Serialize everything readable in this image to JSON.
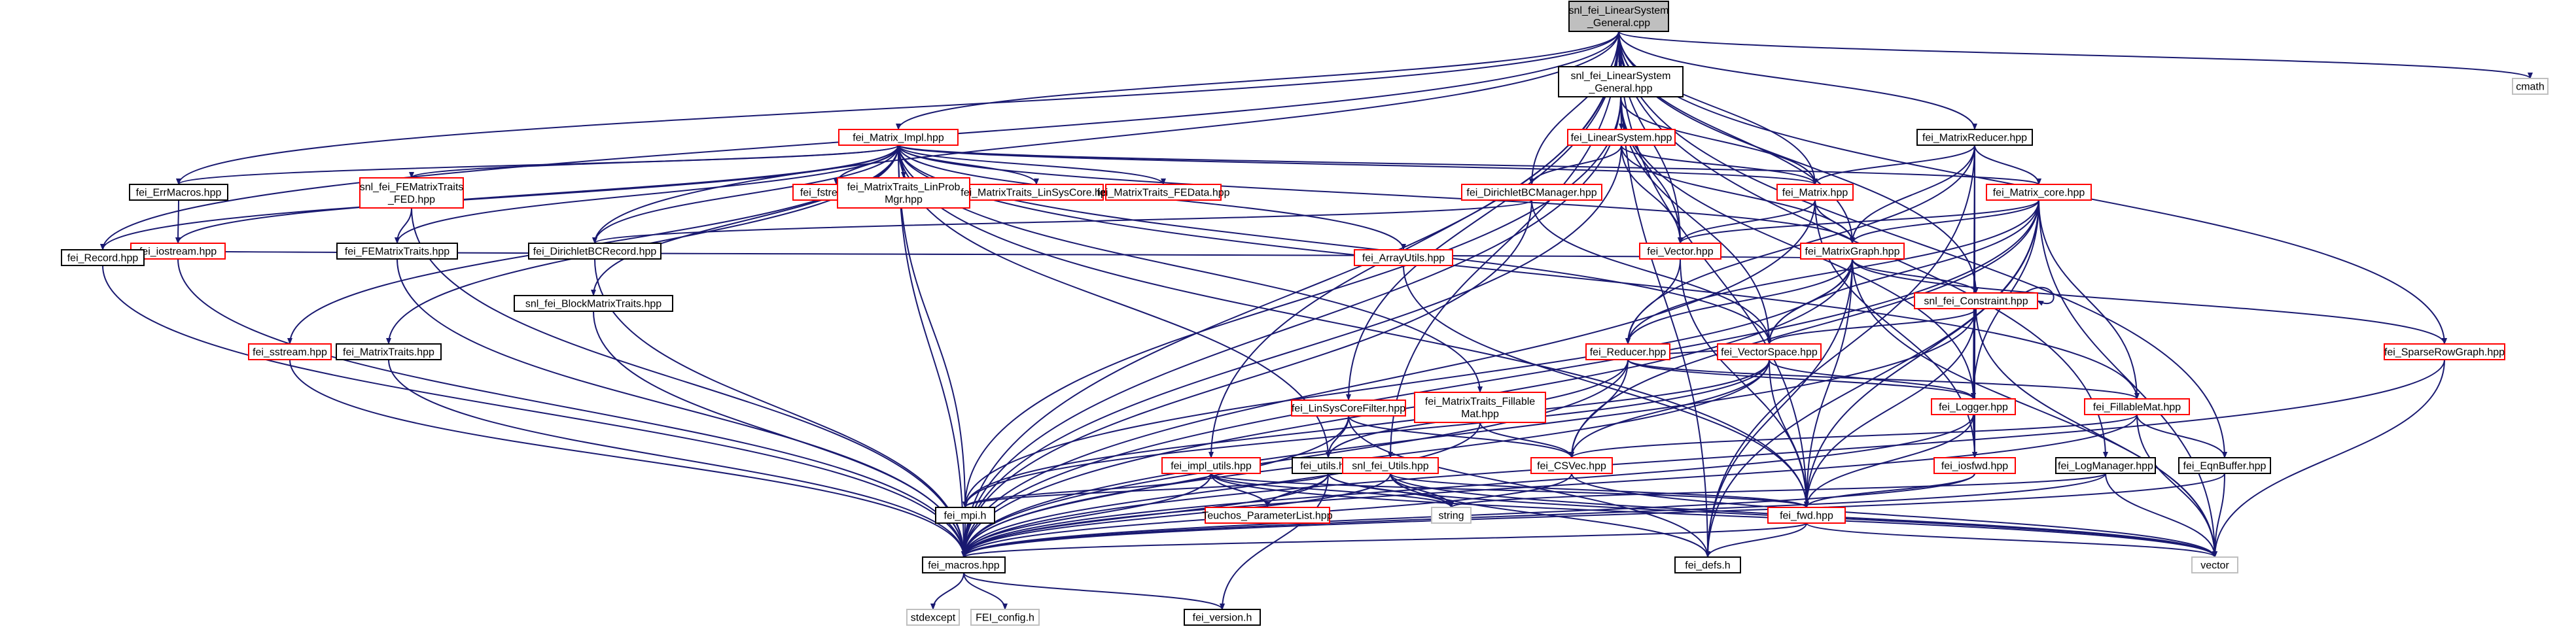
{
  "colors": {
    "edge": "#191970",
    "root_fill": "#bfbfbf",
    "root_stroke": "#000000",
    "link_stroke": "#ff0000",
    "plain_stroke": "#000000",
    "external_stroke": "#bfbfbf",
    "text": "#000000"
  },
  "nodes": [
    {
      "id": "root",
      "lines": [
        "snl_fei_LinearSystem",
        "_General.cpp"
      ],
      "style": "root"
    },
    {
      "id": "cmath",
      "lines": [
        "cmath"
      ],
      "style": "external"
    },
    {
      "id": "lsgh",
      "lines": [
        "snl_fei_LinearSystem",
        "_General.hpp"
      ],
      "style": "plain"
    },
    {
      "id": "mimpl",
      "lines": [
        "fei_Matrix_Impl.hpp"
      ],
      "style": "link"
    },
    {
      "id": "linsys",
      "lines": [
        "fei_LinearSystem.hpp"
      ],
      "style": "link"
    },
    {
      "id": "mreducer",
      "lines": [
        "fei_MatrixReducer.hpp"
      ],
      "style": "plain"
    },
    {
      "id": "errmacros",
      "lines": [
        "fei_ErrMacros.hpp"
      ],
      "style": "plain"
    },
    {
      "id": "snlfemt",
      "lines": [
        "snl_fei_FEMatrixTraits",
        "_FED.hpp"
      ],
      "style": "link"
    },
    {
      "id": "fstream",
      "lines": [
        "fei_fstream.hpp"
      ],
      "style": "link"
    },
    {
      "id": "mtlinprob",
      "lines": [
        "fei_MatrixTraits_LinProb",
        "Mgr.hpp"
      ],
      "style": "link"
    },
    {
      "id": "mtlinsyscore",
      "lines": [
        "fei_MatrixTraits_LinSysCore.hpp"
      ],
      "style": "link"
    },
    {
      "id": "mtfedata",
      "lines": [
        "fei_MatrixTraits_FEData.hpp"
      ],
      "style": "link"
    },
    {
      "id": "dirbcmgr",
      "lines": [
        "fei_DirichletBCManager.hpp"
      ],
      "style": "link"
    },
    {
      "id": "matrix",
      "lines": [
        "fei_Matrix.hpp"
      ],
      "style": "link"
    },
    {
      "id": "mcore",
      "lines": [
        "fei_Matrix_core.hpp"
      ],
      "style": "link"
    },
    {
      "id": "iostream",
      "lines": [
        "fei_iostream.hpp"
      ],
      "style": "link"
    },
    {
      "id": "femt",
      "lines": [
        "fei_FEMatrixTraits.hpp"
      ],
      "style": "plain"
    },
    {
      "id": "dirbcrec",
      "lines": [
        "fei_DirichletBCRecord.hpp"
      ],
      "style": "plain"
    },
    {
      "id": "vector_h",
      "lines": [
        "fei_Vector.hpp"
      ],
      "style": "link"
    },
    {
      "id": "mgraph",
      "lines": [
        "fei_MatrixGraph.hpp"
      ],
      "style": "link"
    },
    {
      "id": "record",
      "lines": [
        "fei_Record.hpp"
      ],
      "style": "plain"
    },
    {
      "id": "arrayutils",
      "lines": [
        "fei_ArrayUtils.hpp"
      ],
      "style": "link"
    },
    {
      "id": "constraint",
      "lines": [
        "snl_fei_Constraint.hpp"
      ],
      "style": "link"
    },
    {
      "id": "blockmt",
      "lines": [
        "snl_fei_BlockMatrixTraits.hpp"
      ],
      "style": "plain"
    },
    {
      "id": "sstream",
      "lines": [
        "fei_sstream.hpp"
      ],
      "style": "link"
    },
    {
      "id": "mtraits",
      "lines": [
        "fei_MatrixTraits.hpp"
      ],
      "style": "plain"
    },
    {
      "id": "reducer",
      "lines": [
        "fei_Reducer.hpp"
      ],
      "style": "link"
    },
    {
      "id": "vspace",
      "lines": [
        "fei_VectorSpace.hpp"
      ],
      "style": "link"
    },
    {
      "id": "spgraph",
      "lines": [
        "fei_SparseRowGraph.hpp"
      ],
      "style": "link"
    },
    {
      "id": "mtfillable",
      "lines": [
        "fei_MatrixTraits_Fillable",
        "Mat.hpp"
      ],
      "style": "link"
    },
    {
      "id": "lscfilter",
      "lines": [
        "fei_LinSysCoreFilter.hpp"
      ],
      "style": "link"
    },
    {
      "id": "logger",
      "lines": [
        "fei_Logger.hpp"
      ],
      "style": "link"
    },
    {
      "id": "fillable",
      "lines": [
        "fei_FillableMat.hpp"
      ],
      "style": "link"
    },
    {
      "id": "implutils",
      "lines": [
        "fei_impl_utils.hpp"
      ],
      "style": "link"
    },
    {
      "id": "utils",
      "lines": [
        "fei_utils.hpp"
      ],
      "style": "plain"
    },
    {
      "id": "snlutils",
      "lines": [
        "snl_fei_Utils.hpp"
      ],
      "style": "link"
    },
    {
      "id": "csvec",
      "lines": [
        "fei_CSVec.hpp"
      ],
      "style": "link"
    },
    {
      "id": "iosfwd",
      "lines": [
        "fei_iosfwd.hpp"
      ],
      "style": "link"
    },
    {
      "id": "logmgr",
      "lines": [
        "fei_LogManager.hpp"
      ],
      "style": "plain"
    },
    {
      "id": "eqnbuf",
      "lines": [
        "fei_EqnBuffer.hpp"
      ],
      "style": "plain"
    },
    {
      "id": "mpi",
      "lines": [
        "fei_mpi.h"
      ],
      "style": "plain"
    },
    {
      "id": "teuchos",
      "lines": [
        "Teuchos_ParameterList.hpp"
      ],
      "style": "link"
    },
    {
      "id": "string",
      "lines": [
        "string"
      ],
      "style": "external"
    },
    {
      "id": "fwd",
      "lines": [
        "fei_fwd.hpp"
      ],
      "style": "link"
    },
    {
      "id": "macros",
      "lines": [
        "fei_macros.hpp"
      ],
      "style": "plain"
    },
    {
      "id": "defs",
      "lines": [
        "fei_defs.h"
      ],
      "style": "plain"
    },
    {
      "id": "vector",
      "lines": [
        "vector"
      ],
      "style": "external"
    },
    {
      "id": "stdexcept",
      "lines": [
        "stdexcept"
      ],
      "style": "external"
    },
    {
      "id": "config",
      "lines": [
        "FEI_config.h"
      ],
      "style": "external"
    },
    {
      "id": "version",
      "lines": [
        "fei_version.h"
      ],
      "style": "plain"
    }
  ],
  "edges": [
    [
      "root",
      "cmath"
    ],
    [
      "root",
      "lsgh"
    ],
    [
      "root",
      "mimpl"
    ],
    [
      "root",
      "errmacros"
    ],
    [
      "root",
      "record"
    ],
    [
      "root",
      "macros"
    ],
    [
      "root",
      "dirbcmgr"
    ],
    [
      "root",
      "dirbcrec"
    ],
    [
      "root",
      "mreducer"
    ],
    [
      "root",
      "matrix"
    ],
    [
      "root",
      "mgraph"
    ],
    [
      "root",
      "constraint"
    ],
    [
      "root",
      "spgraph"
    ],
    [
      "root",
      "eqnbuf"
    ],
    [
      "root",
      "logmgr"
    ],
    [
      "root",
      "lscfilter"
    ],
    [
      "root",
      "implutils"
    ],
    [
      "root",
      "snlutils"
    ],
    [
      "root",
      "defs"
    ],
    [
      "root",
      "vector_h"
    ],
    [
      "root",
      "fwd"
    ],
    [
      "lsgh",
      "linsys"
    ],
    [
      "lsgh",
      "matrix"
    ],
    [
      "lsgh",
      "vector_h"
    ],
    [
      "lsgh",
      "logger"
    ],
    [
      "lsgh",
      "vspace"
    ],
    [
      "lsgh",
      "macros"
    ],
    [
      "lsgh",
      "mpi"
    ],
    [
      "linsys",
      "matrix"
    ],
    [
      "linsys",
      "dirbcmgr"
    ],
    [
      "linsys",
      "mgraph"
    ],
    [
      "linsys",
      "vector_h"
    ],
    [
      "linsys",
      "macros"
    ],
    [
      "mimpl",
      "errmacros"
    ],
    [
      "mimpl",
      "snlfemt"
    ],
    [
      "mimpl",
      "femt"
    ],
    [
      "mimpl",
      "fstream"
    ],
    [
      "mimpl",
      "mtlinprob"
    ],
    [
      "mimpl",
      "mtlinsyscore"
    ],
    [
      "mimpl",
      "mtfedata"
    ],
    [
      "mimpl",
      "matrix"
    ],
    [
      "mimpl",
      "mcore"
    ],
    [
      "mimpl",
      "iostream"
    ],
    [
      "mimpl",
      "dirbcrec"
    ],
    [
      "mimpl",
      "record"
    ],
    [
      "mimpl",
      "arrayutils"
    ],
    [
      "mimpl",
      "blockmt"
    ],
    [
      "mimpl",
      "sstream"
    ],
    [
      "mimpl",
      "mtraits"
    ],
    [
      "mimpl",
      "mtfillable"
    ],
    [
      "mimpl",
      "utils"
    ],
    [
      "mimpl",
      "mpi"
    ],
    [
      "mimpl",
      "macros"
    ],
    [
      "mimpl",
      "vspace"
    ],
    [
      "mimpl",
      "mgraph"
    ],
    [
      "mimpl",
      "fillable"
    ],
    [
      "mimpl",
      "fwd"
    ],
    [
      "mreducer",
      "matrix"
    ],
    [
      "mreducer",
      "mcore"
    ],
    [
      "mreducer",
      "reducer"
    ],
    [
      "mreducer",
      "mgraph"
    ],
    [
      "mreducer",
      "logger"
    ],
    [
      "mreducer",
      "iosfwd"
    ],
    [
      "mreducer",
      "defs"
    ],
    [
      "errmacros",
      "iostream"
    ],
    [
      "iostream",
      "macros"
    ],
    [
      "snlfemt",
      "femt"
    ],
    [
      "snlfemt",
      "macros"
    ],
    [
      "femt",
      "macros"
    ],
    [
      "dirbcmgr",
      "dirbcrec"
    ],
    [
      "dirbcmgr",
      "vspace"
    ],
    [
      "dirbcmgr",
      "macros"
    ],
    [
      "dirbcrec",
      "macros"
    ],
    [
      "matrix",
      "vector_h"
    ],
    [
      "matrix",
      "mgraph"
    ],
    [
      "matrix",
      "iosfwd"
    ],
    [
      "matrix",
      "macros"
    ],
    [
      "mcore",
      "mgraph"
    ],
    [
      "mcore",
      "vector_h"
    ],
    [
      "mcore",
      "fillable"
    ],
    [
      "mcore",
      "logger"
    ],
    [
      "mcore",
      "vspace"
    ],
    [
      "mcore",
      "reducer"
    ],
    [
      "mcore",
      "csvec"
    ],
    [
      "mcore",
      "fwd"
    ],
    [
      "mcore",
      "defs"
    ],
    [
      "mcore",
      "macros"
    ],
    [
      "mcore",
      "vector"
    ],
    [
      "vector_h",
      "reducer"
    ],
    [
      "vector_h",
      "fwd"
    ],
    [
      "mgraph",
      "record"
    ],
    [
      "mgraph",
      "constraint"
    ],
    [
      "mgraph",
      "vspace"
    ],
    [
      "mgraph",
      "reducer"
    ],
    [
      "mgraph",
      "spgraph"
    ],
    [
      "mgraph",
      "macros"
    ],
    [
      "mgraph",
      "mpi"
    ],
    [
      "mgraph",
      "fwd"
    ],
    [
      "mgraph",
      "defs"
    ],
    [
      "mgraph",
      "vector"
    ],
    [
      "record",
      "macros"
    ],
    [
      "arrayutils",
      "fwd"
    ],
    [
      "blockmt",
      "macros"
    ],
    [
      "sstream",
      "macros"
    ],
    [
      "mtraits",
      "macros"
    ],
    [
      "constraint",
      "constraint"
    ],
    [
      "constraint",
      "vspace"
    ],
    [
      "constraint",
      "fwd"
    ],
    [
      "constraint",
      "macros"
    ],
    [
      "constraint",
      "vector"
    ],
    [
      "reducer",
      "vspace"
    ],
    [
      "reducer",
      "fillable"
    ],
    [
      "reducer",
      "csvec"
    ],
    [
      "reducer",
      "mpi"
    ],
    [
      "reducer",
      "macros"
    ],
    [
      "reducer",
      "logger"
    ],
    [
      "vspace",
      "logger"
    ],
    [
      "vspace",
      "csvec"
    ],
    [
      "vspace",
      "fwd"
    ],
    [
      "vspace",
      "macros"
    ],
    [
      "vspace",
      "mpi"
    ],
    [
      "vspace",
      "utils"
    ],
    [
      "spgraph",
      "vector"
    ],
    [
      "spgraph",
      "macros"
    ],
    [
      "mtfillable",
      "csvec"
    ],
    [
      "mtfillable",
      "macros"
    ],
    [
      "lscfilter",
      "csvec"
    ],
    [
      "lscfilter",
      "utils"
    ],
    [
      "lscfilter",
      "macros"
    ],
    [
      "lscfilter",
      "defs"
    ],
    [
      "logger",
      "iosfwd"
    ],
    [
      "logger",
      "fwd"
    ],
    [
      "logger",
      "macros"
    ],
    [
      "fillable",
      "csvec"
    ],
    [
      "fillable",
      "eqnbuf"
    ],
    [
      "fillable",
      "macros"
    ],
    [
      "fillable",
      "vector"
    ],
    [
      "implutils",
      "mpi"
    ],
    [
      "implutils",
      "teuchos"
    ],
    [
      "implutils",
      "macros"
    ],
    [
      "implutils",
      "vector"
    ],
    [
      "implutils",
      "string"
    ],
    [
      "implutils",
      "fwd"
    ],
    [
      "utils",
      "teuchos"
    ],
    [
      "utils",
      "string"
    ],
    [
      "utils",
      "macros"
    ],
    [
      "utils",
      "version"
    ],
    [
      "utils",
      "vector"
    ],
    [
      "utils",
      "mpi"
    ],
    [
      "snlutils",
      "string"
    ],
    [
      "snlutils",
      "defs"
    ],
    [
      "snlutils",
      "macros"
    ],
    [
      "snlutils",
      "vector"
    ],
    [
      "snlutils",
      "fwd"
    ],
    [
      "csvec",
      "macros"
    ],
    [
      "csvec",
      "vector"
    ],
    [
      "iosfwd",
      "fwd"
    ],
    [
      "iosfwd",
      "macros"
    ],
    [
      "logmgr",
      "string"
    ],
    [
      "logmgr",
      "vector"
    ],
    [
      "logmgr",
      "macros"
    ],
    [
      "eqnbuf",
      "vector"
    ],
    [
      "eqnbuf",
      "macros"
    ],
    [
      "mpi",
      "macros"
    ],
    [
      "fwd",
      "macros"
    ],
    [
      "fwd",
      "defs"
    ],
    [
      "fwd",
      "vector"
    ],
    [
      "macros",
      "stdexcept"
    ],
    [
      "macros",
      "config"
    ],
    [
      "macros",
      "version"
    ]
  ]
}
